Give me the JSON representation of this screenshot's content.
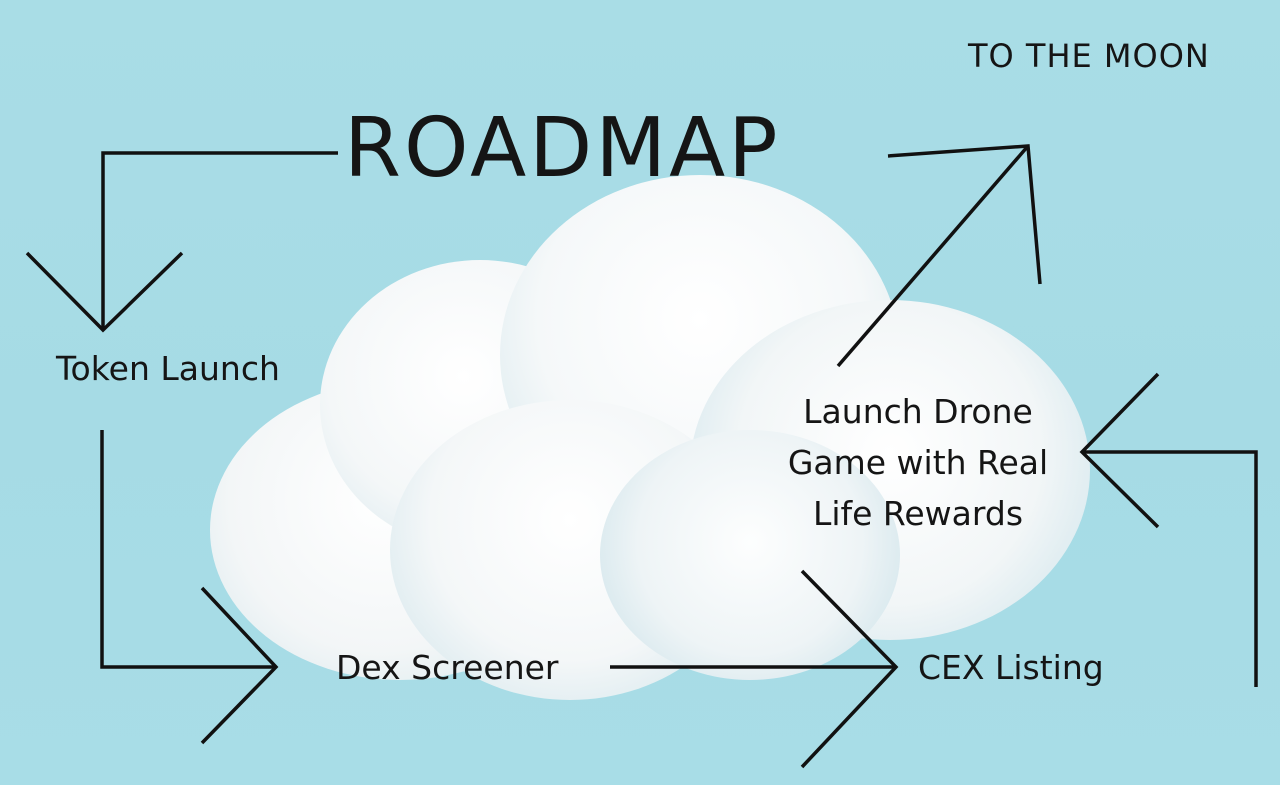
{
  "title": "ROADMAP",
  "tagline": "TO THE MOON",
  "steps": {
    "token_launch": "Token Launch",
    "dex_screener": "Dex Screener",
    "cex_listing": "CEX Listing",
    "drone_game": [
      "Launch Drone",
      "Game with Real",
      "Life Rewards"
    ]
  },
  "colors": {
    "background": "#a8dce6",
    "cloud": "#f7f9fa",
    "ink": "#151515"
  },
  "icons": [
    "cloud-illustration",
    "arrow"
  ]
}
